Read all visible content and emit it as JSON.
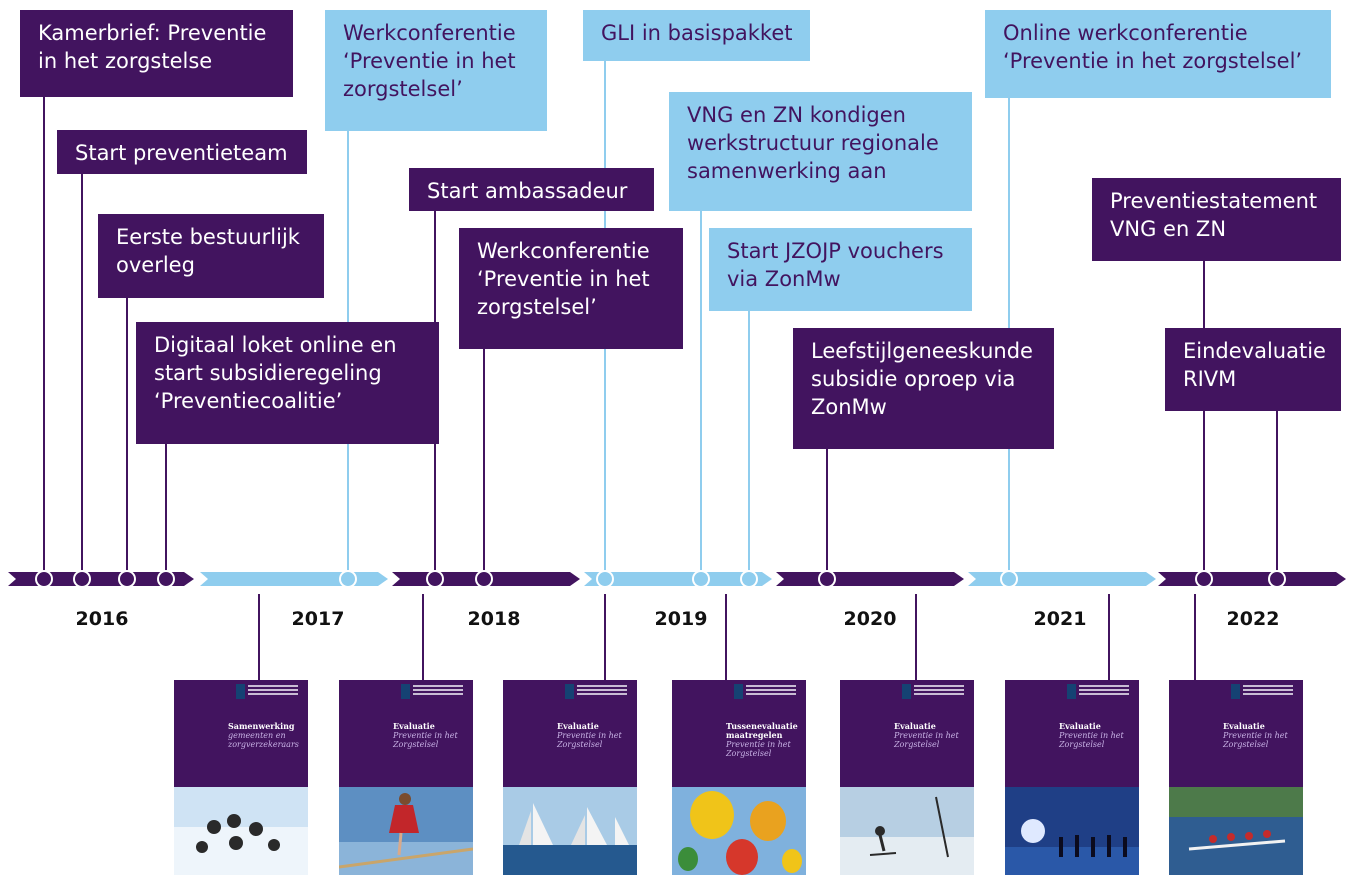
{
  "colors": {
    "dark": "#42145f",
    "light": "#8fcdee"
  },
  "years": [
    "2016",
    "2017",
    "2018",
    "2019",
    "2020",
    "2021",
    "2022"
  ],
  "events": [
    {
      "id": "kamerbrief",
      "lines": [
        "Kamerbrief: Preventie",
        "in het zorgstelse"
      ],
      "color": "dark"
    },
    {
      "id": "preventieteam",
      "lines": [
        "Start preventieteam"
      ],
      "color": "dark"
    },
    {
      "id": "bestuurlijk",
      "lines": [
        "Eerste bestuurlijk",
        "overleg"
      ],
      "color": "dark"
    },
    {
      "id": "loket",
      "lines": [
        "Digitaal loket online en",
        "start subsidieregeling",
        "‘Preventiecoalitie’"
      ],
      "color": "dark"
    },
    {
      "id": "werkconf2017",
      "lines": [
        "Werkconferentie",
        "‘Preventie in het",
        "zorgstelsel’"
      ],
      "color": "light"
    },
    {
      "id": "ambassadeur",
      "lines": [
        "Start ambassadeur"
      ],
      "color": "dark"
    },
    {
      "id": "werkconf2018",
      "lines": [
        "Werkconferentie",
        "‘Preventie in het",
        "zorgstelsel’"
      ],
      "color": "dark"
    },
    {
      "id": "gli",
      "lines": [
        "GLI in basispakket"
      ],
      "color": "light"
    },
    {
      "id": "vng-zn",
      "lines": [
        "VNG en ZN kondigen",
        "werkstructuur regionale",
        "samenwerking aan"
      ],
      "color": "light"
    },
    {
      "id": "jzojp",
      "lines": [
        "Start JZOJP vouchers",
        "via ZonMw"
      ],
      "color": "light"
    },
    {
      "id": "leefstijl",
      "lines": [
        "Leefstijlgeneeskunde",
        "subsidie oproep via",
        "ZonMw"
      ],
      "color": "dark"
    },
    {
      "id": "online-werkconf",
      "lines": [
        "Online werkconferentie",
        "‘Preventie in het zorgstelsel’"
      ],
      "color": "light"
    },
    {
      "id": "statement",
      "lines": [
        "Preventiestatement",
        "VNG en ZN"
      ],
      "color": "dark"
    },
    {
      "id": "eindevaluatie",
      "lines": [
        "Eindevaluatie",
        "RIVM"
      ],
      "color": "dark"
    }
  ],
  "reports": [
    {
      "id": "r2016",
      "title": "Samenwerking",
      "subtitle": "gemeenten en zorgverzekeraars",
      "photo": "skydivers"
    },
    {
      "id": "r2017",
      "title": "Evaluatie",
      "subtitle": "Preventie in het Zorgstelsel",
      "photo": "balance-walker"
    },
    {
      "id": "r2018",
      "title": "Evaluatie",
      "subtitle": "Preventie in het Zorgstelsel",
      "photo": "sailboats"
    },
    {
      "id": "r2019",
      "title": "Tussenevaluatie maatregelen",
      "subtitle": "Preventie in het Zorgstelsel",
      "photo": "hot-air-balloons"
    },
    {
      "id": "r2020",
      "title": "Evaluatie",
      "subtitle": "Preventie in het Zorgstelsel",
      "photo": "kitesurfers"
    },
    {
      "id": "r2021",
      "title": "Evaluatie",
      "subtitle": "Preventie in het Zorgstelsel",
      "photo": "sunset-silhouettes"
    },
    {
      "id": "r2022",
      "title": "Evaluatie",
      "subtitle": "Preventie in het Zorgstelsel",
      "photo": "rowers"
    }
  ]
}
